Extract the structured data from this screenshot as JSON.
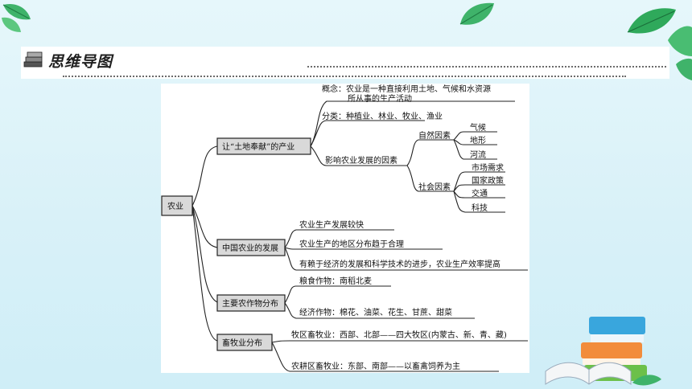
{
  "title": "思维导图",
  "root": "农业",
  "branches": [
    {
      "label": "让“土地奉献”的产业",
      "children": [
        {
          "label": "概念：农业是一种直接利用土地、气候和水资源",
          "line2": "所从事的生产活动"
        },
        {
          "label": "分类：种植业、林业、牧业、渔业"
        },
        {
          "label": "影响农业发展的因素",
          "groups": [
            {
              "label": "自然因素",
              "items": [
                "气候",
                "地形",
                "河流"
              ]
            },
            {
              "label": "社会因素",
              "items": [
                "市场需求",
                "国家政策",
                "交通",
                "科技"
              ]
            }
          ]
        }
      ]
    },
    {
      "label": "中国农业的发展",
      "children": [
        {
          "label": "农业生产发展较快"
        },
        {
          "label": "农业生产的地区分布趋于合理"
        },
        {
          "label": "有赖于经济的发展和科学技术的进步，农业生产效率提高"
        }
      ]
    },
    {
      "label": "主要农作物分布",
      "children": [
        {
          "label": "粮食作物：南稻北麦"
        },
        {
          "label": "经济作物：棉花、油菜、花生、甘蔗、甜菜"
        }
      ]
    },
    {
      "label": "畜牧业分布",
      "children": [
        {
          "label": "牧区畜牧业：西部、北部——四大牧区(内蒙古、新、青、藏)"
        },
        {
          "label": "农耕区畜牧业：东部、南部——以畜禽饲养为主"
        }
      ]
    }
  ]
}
